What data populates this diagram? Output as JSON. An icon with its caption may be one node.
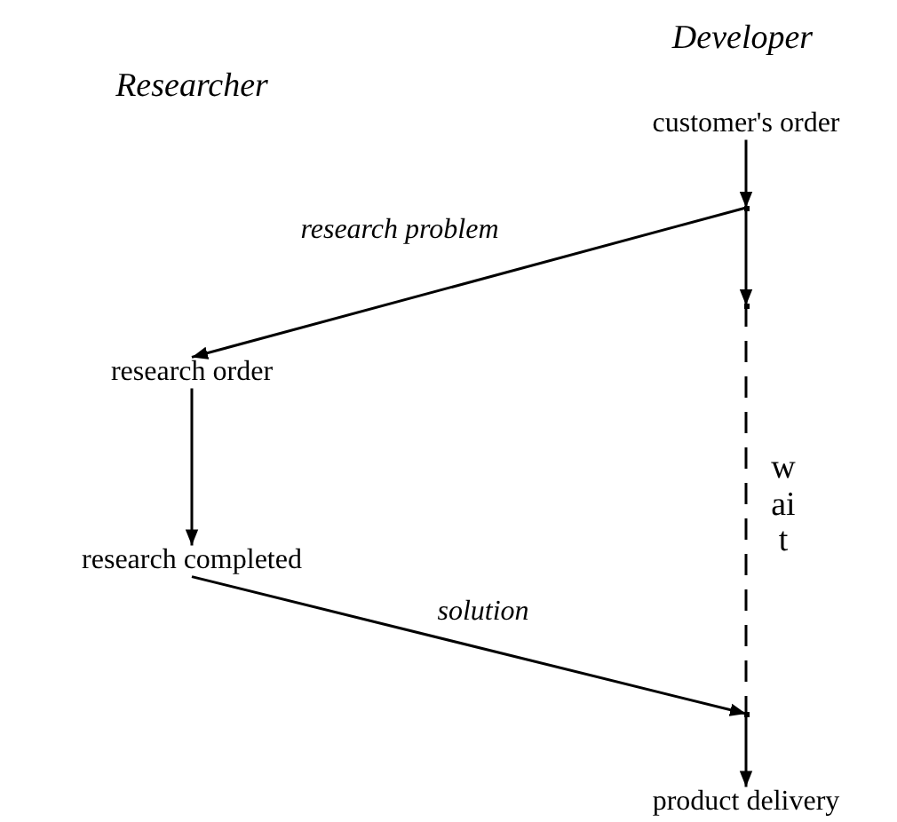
{
  "diagram": {
    "nodes": [
      {
        "text": [
          "customer's order"
        ]
      },
      {
        "text": [
          "research order"
        ]
      },
      {
        "text": [
          "research completed"
        ]
      },
      {
        "text": [
          "product delivery"
        ]
      },
      {
        "text": [],
        "shape": "point"
      },
      {
        "text": [],
        "shape": "point"
      },
      {
        "text": [],
        "shape": "point"
      }
    ],
    "edges": [
      {
        "from": 0,
        "to": 4,
        "arrow": "to"
      },
      {
        "from": 4,
        "to": 5,
        "arrow": "to"
      },
      {
        "from": 5,
        "to": 6,
        "arrow": "none",
        "style": "dashed",
        "label": "wait"
      },
      {
        "from": 6,
        "to": 3,
        "arrow": "to"
      },
      {
        "from": 4,
        "to": 1,
        "arrow": "to",
        "label": "research problem"
      },
      {
        "from": 1,
        "to": 2,
        "arrow": "to"
      },
      {
        "from": 2,
        "to": 6,
        "arrow": "to",
        "label": "solution"
      }
    ],
    "labels": [
      "Researcher",
      "Developer"
    ]
  }
}
